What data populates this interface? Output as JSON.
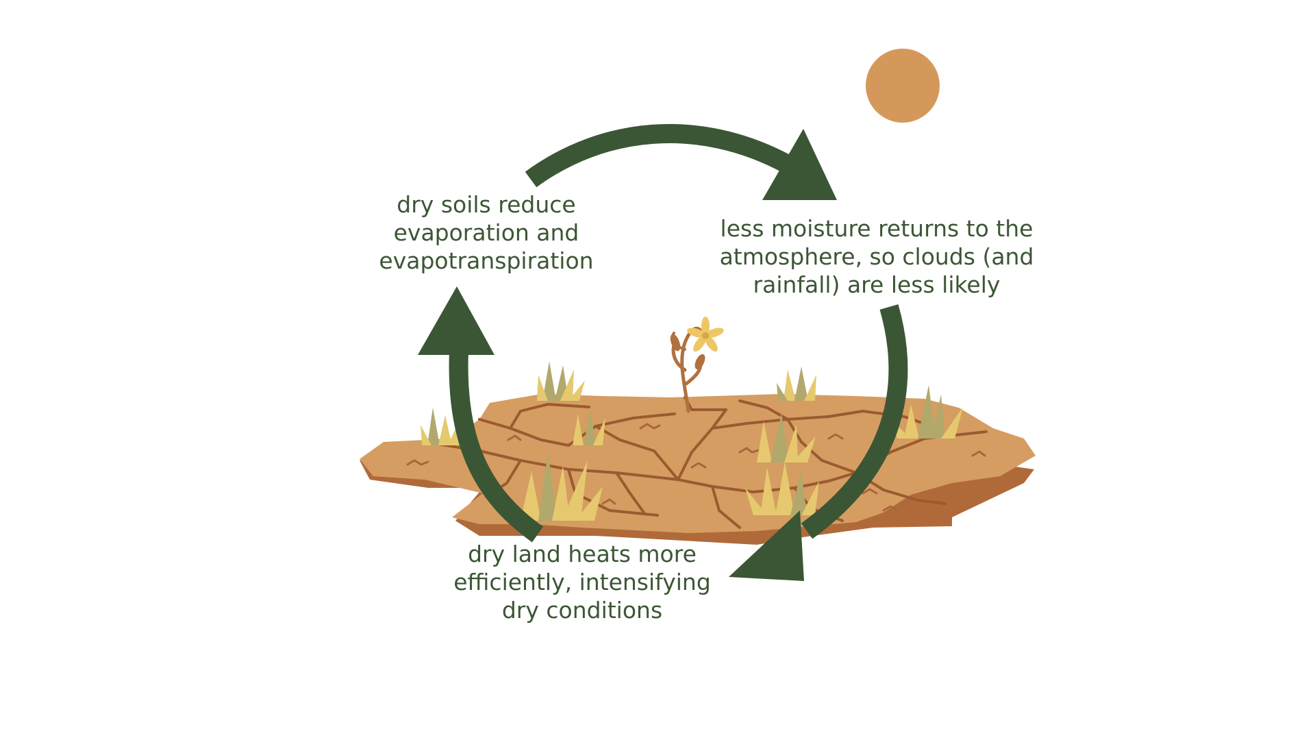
{
  "cycle": {
    "steps": [
      {
        "id": "reduce-evaporation",
        "lines": [
          "dry soils reduce",
          "evaporation and",
          "evapotranspiration"
        ]
      },
      {
        "id": "less-moisture",
        "lines": [
          "less moisture returns to the",
          "atmosphere, so clouds (and",
          "rainfall) are less likely"
        ]
      },
      {
        "id": "land-heats",
        "lines": [
          "dry land heats more",
          "efficiently, intensifying",
          "dry conditions"
        ]
      }
    ]
  },
  "colors": {
    "arrow": "#3b5634",
    "text": "#3b5634",
    "sun": "#d4995a",
    "soil_top": "#d59d62",
    "soil_side": "#b06a3a",
    "crack": "#9b5a2f",
    "grass_light": "#e6c96f",
    "grass_dark": "#b1a86c",
    "flower": "#eec764",
    "stem": "#b0703f"
  },
  "icons": {
    "sun": "sun-icon",
    "soil": "cracked-soil-illustration",
    "grass": "grass-tuft-icon",
    "flower": "wilted-flower-icon",
    "arrows": "cycle-arrow-icon"
  }
}
